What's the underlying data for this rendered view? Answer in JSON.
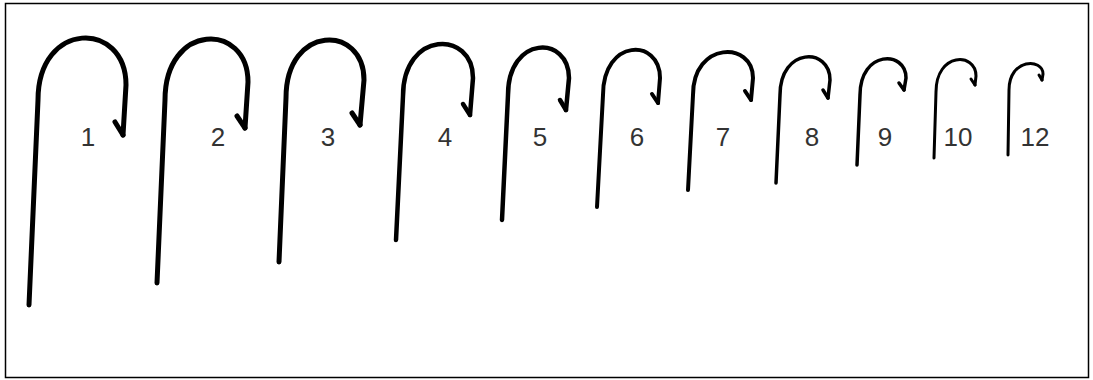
{
  "diagram": {
    "labels": [
      "1",
      "2",
      "3",
      "4",
      "5",
      "6",
      "7",
      "8",
      "9",
      "10",
      "12"
    ]
  }
}
